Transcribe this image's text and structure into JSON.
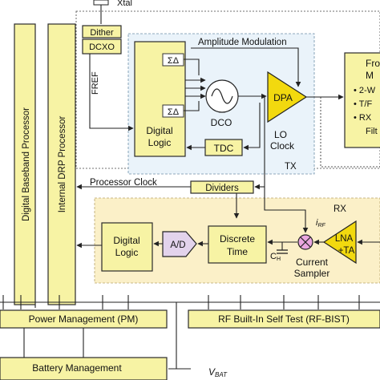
{
  "blocks": {
    "xtal": "Xtal",
    "dither": "Dither",
    "dcxo": "DCXO",
    "fref": "FREF",
    "baseband": "Digital Baseband Processor",
    "drp": "Internal DRP Processor",
    "amplitude_modulation": "Amplitude Modulation",
    "sigma_delta": "ΣΔ",
    "tx_digital_logic_line1": "Digital",
    "tx_digital_logic_line2": "Logic",
    "dco": "DCO",
    "dpa": "DPA",
    "lo_clock_line1": "LO",
    "lo_clock_line2": "Clock",
    "tdc": "TDC",
    "tx": "TX",
    "processor_clock": "Processor Clock",
    "dividers": "Dividers",
    "rx": "RX",
    "irf_i": "i",
    "irf_sub": "RF",
    "rx_digital_logic_line1": "Digital",
    "rx_digital_logic_line2": "Logic",
    "ad": "A/D",
    "discrete_time_line1": "Discrete",
    "discrete_time_line2": "Time",
    "ch_c": "C",
    "ch_sub": "H",
    "current_sampler_line1": "Current",
    "current_sampler_line2": "Sampler",
    "lna_line1": "LNA",
    "lna_line2": "+TA",
    "frontend_line1": "Fro",
    "frontend_line2": "M",
    "frontend_item1": "• 2-W",
    "frontend_item2": "• T/F",
    "frontend_item3": "• RX",
    "frontend_item4": "Filt",
    "power_management": "Power Management (PM)",
    "rf_bist": "RF Built-In Self Test (RF-BIST)",
    "battery_management": "Battery Management",
    "vbat_v": "V",
    "vbat_sub": "BAT"
  },
  "colors": {
    "block_fill": "#f7f3a4",
    "rx_region": "#fbf0c8",
    "tx_region": "#eaf3fa",
    "adc_fill": "#e3d3ec",
    "dpa_fill": "#f2d90f",
    "sampler_fill": "#e9a6e0"
  }
}
